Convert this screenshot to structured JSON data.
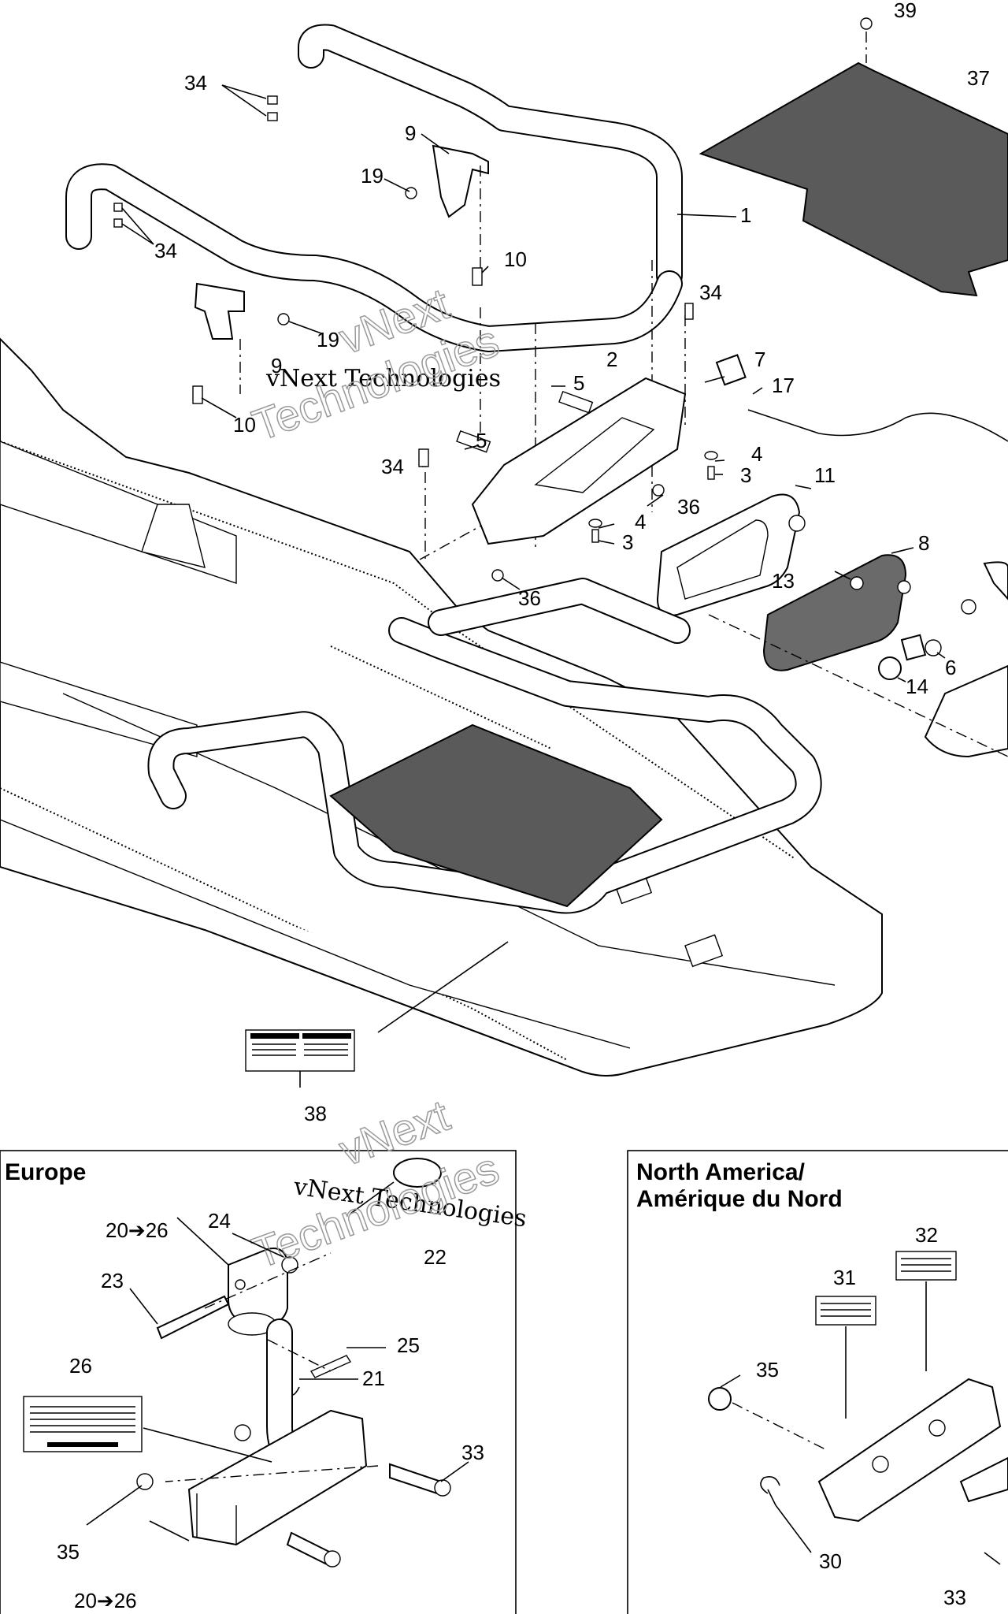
{
  "regions": {
    "europe_title": "Europe",
    "na_title_line1": "North America/",
    "na_title_line2": "Amérique du Nord"
  },
  "watermark": {
    "line1": "vNext Technologies",
    "big_top": "vNext",
    "big_bottom": "Technologies"
  },
  "callouts": {
    "c39": "39",
    "c37": "37",
    "c34a": "34",
    "c9a": "9",
    "c19a": "19",
    "c1": "1",
    "c34b": "34",
    "c10a": "10",
    "c34c": "34",
    "c19b": "19",
    "c9b": "9",
    "c2": "2",
    "c7": "7",
    "c5a": "5",
    "c17": "17",
    "c10b": "10",
    "c5b": "5",
    "c4a": "4",
    "c34d": "34",
    "c3a": "3",
    "c11": "11",
    "c36a": "36",
    "c4b": "4",
    "c3b": "3",
    "c8": "8",
    "c13": "13",
    "c36b": "36",
    "c6": "6",
    "c14": "14",
    "c38": "38",
    "c20_26a": "20➔26",
    "c24": "24",
    "c22": "22",
    "c23": "23",
    "c25": "25",
    "c21": "21",
    "c26": "26",
    "c33a": "33",
    "c35a": "35",
    "c20_26b": "20➔26",
    "c32": "32",
    "c31": "31",
    "c35b": "35",
    "c30": "30",
    "c33b": "33"
  }
}
